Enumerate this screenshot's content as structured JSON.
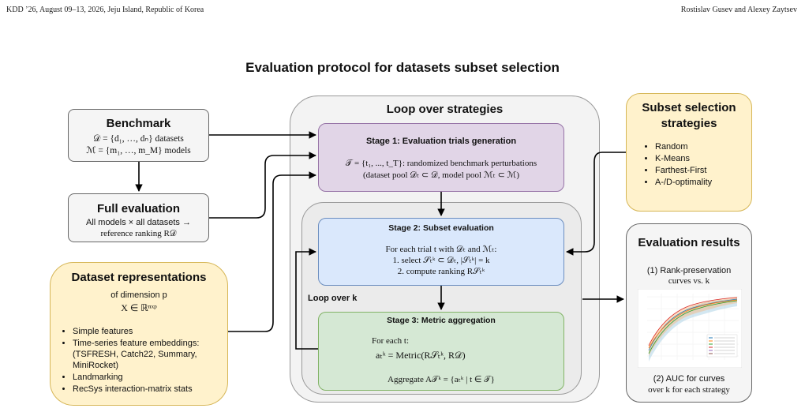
{
  "header": {
    "left": "KDD ’26, August 09–13, 2026, Jeju Island, Republic of Korea",
    "right": "Rostislav Gusev and Alexey Zaytsev"
  },
  "figure": {
    "title": "Evaluation protocol for datasets subset selection",
    "benchmark": {
      "heading": "Benchmark",
      "line1": "𝒟 = {d₁, …, dₙ} datasets",
      "line2": "ℳ = {m₁, …, m_M} models"
    },
    "full_evaluation": {
      "heading": "Full evaluation",
      "line1": "All models × all datasets →",
      "line2": "reference ranking R𝒟"
    },
    "dataset_representations": {
      "heading": "Dataset representations",
      "line1": "of dimension p",
      "line2": "X ∈ ℝⁿˣᵖ",
      "items": [
        "Simple features",
        "Time-series feature embeddings: (TSFRESH, Catch22, Summary, MiniRocket)",
        "Landmarking",
        "RecSys interaction-matrix stats"
      ]
    },
    "loop_strategies": {
      "heading": "Loop over strategies"
    },
    "stage1": {
      "heading": "Stage 1: Evaluation trials generation",
      "line1": "𝒯 = {t₁, ..., t_T}: randomized benchmark perturbations",
      "line2": "(dataset pool 𝒟ₜ ⊂ 𝒟, model pool ℳₜ ⊂ ℳ)"
    },
    "loop_k": {
      "label": "Loop over k"
    },
    "stage2": {
      "heading": "Stage 2: Subset evaluation",
      "line1": "For each trial t with 𝒟ₜ and ℳₜ:",
      "line2": "1. select 𝒮ₜᵏ ⊂ 𝒟ₜ, |𝒮ₜᵏ| = k",
      "line3": "2. compute ranking R𝒮ₜᵏ"
    },
    "stage3": {
      "heading": "Stage 3: Metric aggregation",
      "line1": "For each t:",
      "line2": "aₜᵏ = Metric(R𝒮ₜᵏ, R𝒟)",
      "line3": "Aggregate A𝒯ᵏ = {aₜᵏ | t ∈ 𝒯}"
    },
    "strategies": {
      "heading": "Subset selection strategies",
      "items": [
        "Random",
        "K-Means",
        "Farthest-First",
        "A-/D-optimality"
      ]
    },
    "results": {
      "heading": "Evaluation results",
      "line1": "(1) Rank-preservation",
      "line2": "curves vs. k",
      "line3": "(2) AUC for curves",
      "line4": "over k for each strategy"
    },
    "colors": {
      "stage1": "#e1d5e7",
      "stage2": "#dae8fc",
      "stage3": "#d5e8d4",
      "yellow": "#fff2cc",
      "gray": "#f5f5f5"
    }
  }
}
